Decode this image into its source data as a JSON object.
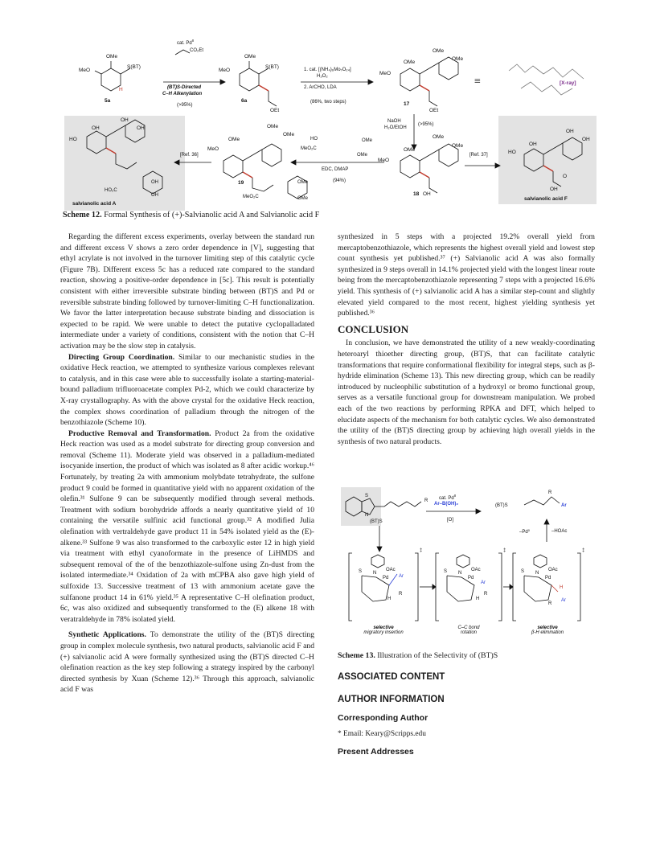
{
  "scheme12": {
    "caption_bold": "Scheme 12.",
    "caption_text": "Formal Synthesis of (+)-Salvianolic acid A and Salvianolic acid F",
    "compounds": {
      "c5a": "5a",
      "c6a": "6a",
      "c17": "17",
      "c18": "18",
      "c19": "19",
      "sal_A": "salvianolic acid A",
      "sal_F": "salvianolic acid F"
    },
    "labels": {
      "sbt": "S(BT)",
      "ome": "OMe",
      "meo": "MeO",
      "oh": "OH",
      "ho": "HO",
      "oet": "OEt",
      "h": "H",
      "o": "O",
      "ho2c": "HO₂C",
      "meo2c": "MeO₂C",
      "xray": "[X-ray]"
    },
    "arrow1": {
      "line1": "cat. Pd",
      "sup1": "II",
      "reagent": "CO₂Et",
      "bold": "(BT)S-Directed",
      "bold2": "C–H Alkenylation",
      "yield": "(>95%)"
    },
    "arrow2": {
      "line1": "1. cat. [(NH₄)₆Mo₇O₂₄]",
      "line1b": "H₂O₂",
      "line2": "2. ArCHO, LDA",
      "yield": "(86%, two steps)"
    },
    "arrow3": {
      "line1": "NaOH",
      "line2": "H₂O/EtOH",
      "yield": "(>95%)"
    },
    "arrow4": {
      "label": "[Ref. 37]"
    },
    "arrow5": {
      "line1": "EDC, DMAP",
      "yield": "(94%)"
    },
    "arrow6": {
      "label": "[Ref. 36]"
    },
    "equiv": "≡"
  },
  "left_column": {
    "p1": "Regarding the different excess experiments, overlay between the standard run and different excess V shows a zero order dependence in [V], suggesting that ethyl acrylate is not involved in the turnover limiting step of this catalytic cycle (Figure 7B). Different excess 5c has a reduced rate compared to the standard reaction, showing a positive-order dependence in [5c]. This result is potentially consistent with either irreversible substrate binding between (BT)S and Pd or reversible substrate binding followed by turnover-limiting C–H functionalization. We favor the latter interpretation because substrate binding and dissociation is expected to be rapid. We were unable to detect the putative cyclopalladated intermediate under a variety of conditions, consistent with the notion that C–H activation may be the slow step in catalysis.",
    "p2_lead": "Directing Group Coordination.",
    "p2": " Similar to our mechanistic studies in the oxidative Heck reaction, we attempted to synthesize various complexes relevant to catalysis, and in this case were able to successfully isolate a starting-material-bound palladium trifluoroacetate complex Pd-2, which we could characterize by X-ray crystallography. As with the above crystal for the oxidative Heck reaction, the complex shows coordination of palladium through the nitrogen of the benzothiazole (Scheme 10).",
    "p3_lead": "Productive Removal and Transformation.",
    "p3": " Product 2a from the oxidative Heck reaction was used as a model substrate for directing group conversion and removal (Scheme 11). Moderate yield was observed in a palladium-mediated isocyanide insertion, the product of which was isolated as 8 after acidic workup.⁴⁶ Fortunately, by treating 2a with ammonium molybdate tetrahydrate, the sulfone product 9 could be formed in quantitative yield with no apparent oxidation of the olefin.³¹ Sulfone 9 can be subsequently modified through several methods. Treatment with sodium borohydride affords a nearly quantitative yield of 10 containing the versatile sulfinic acid functional group.³² A modified Julia olefination with vertraldehyde gave product 11 in 54% isolated yield as the (E)-alkene.³³ Sulfone 9 was also transformed to the carboxylic ester 12 in high yield via treatment with ethyl cyanoformate in the presence of LiHMDS and subsequent removal of the of the benzothiazole-sulfone using Zn-dust from the isolated intermediate.³⁴ Oxidation of 2a with mCPBA also gave high yield of sulfoxide 13. Successive treatment of 13 with ammonium acetate gave the sulfanone product 14 in 61% yield.³⁵ A representative C–H olefination product, 6c, was also oxidized and subsequently transformed to the (E) alkene 18 with veratraldehyde in 78% isolated yield.",
    "p4_lead": "Synthetic Applications.",
    "p4": " To demonstrate the utility of the (BT)S directing group in complex molecule synthesis, two natural products, salvianolic acid F and (+) salvianolic acid A were formally synthesized using the (BT)S directed C–H olefination reaction as the key step following a strategy inspired by the carbonyl directed synthesis by Xuan (Scheme 12).³⁶ Through this approach, salvianolic acid F was"
  },
  "right_column": {
    "p1": "synthesized in 5 steps with a projected 19.2% overall yield from mercaptobenzothiazole, which represents the highest overall yield and lowest step count synthesis yet published.³⁷ (+) Salvianolic acid A was also formally synthesized in 9 steps overall in 14.1% projected yield with the longest linear route being from the mercaptobenzothiazole representing 7 steps with a projected 16.6% yield. This synthesis of (+) salvianolic acid A has a similar step-count and slightly elevated yield compared to the most recent, highest yielding synthesis yet published.³⁶",
    "conclusion_title": "CONCLUSION",
    "conclusion": "In conclusion, we have demonstrated the utility of a new weakly-coordinating heteroaryl thioether directing group, (BT)S, that can facilitate catalytic transformations that require conformational flexibility for integral steps, such as β-hydride elimination (Scheme 13). This new directing group, which can be readily introduced by nucleophilic substitution of a hydroxyl or bromo functional group, serves as a versatile functional group for downstream manipulation. We probed each of the two reactions by performing RPKA and DFT, which helped to elucidate aspects of the mechanism for both catalytic cycles. We also demonstrated the utility of the (BT)S directing group by achieving high overall yields in the synthesis of two natural products.",
    "associated": "ASSOCIATED CONTENT",
    "author_info": "AUTHOR INFORMATION",
    "corresponding": "Corresponding Author",
    "email": "* Email: Keary@Scripps.edu",
    "present": "Present Addresses"
  },
  "scheme13": {
    "caption_bold": "Scheme 13.",
    "caption_text": "Illustration of the Selectivity of (BT)S",
    "reagent1": "cat. Pd",
    "reagent_sup": "II",
    "reagent2": "Ar–B(OH)₂",
    "reagent3": "[O]",
    "product": "(BT)S",
    "sm_label": "(BT)S",
    "pd0": "–Pd⁰",
    "hoac": "–HOAc",
    "r": "R",
    "ar": "Ar",
    "n": "N",
    "s": "S",
    "pd": "Pd",
    "oac": "OAc",
    "h": "H",
    "dagger": "‡",
    "ts": [
      {
        "title": "selective",
        "sub": "migratory insertion"
      },
      {
        "title": "C–C bond",
        "sub": "rotation"
      },
      {
        "title": "selective",
        "sub": "β-H elimination"
      }
    ]
  }
}
